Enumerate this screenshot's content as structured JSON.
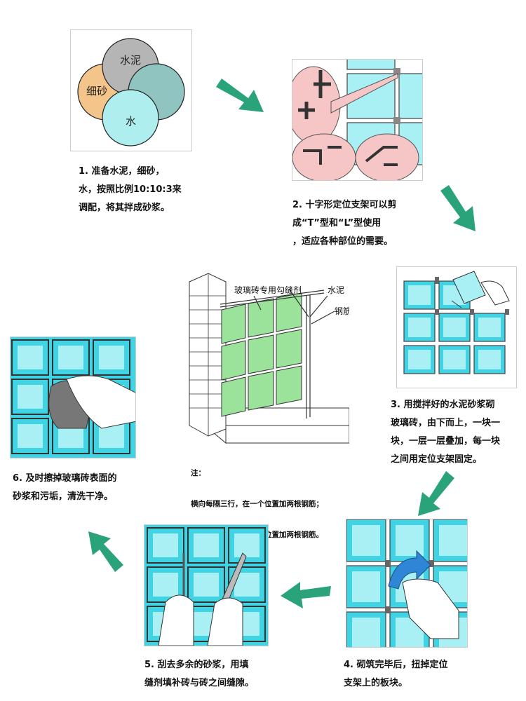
{
  "venn": {
    "circles": [
      {
        "label": "水泥",
        "color": "#b5b5b5"
      },
      {
        "label": "细砂",
        "color": "#f4c58b"
      },
      {
        "label": "水",
        "color": "#aeeeee"
      },
      {
        "label": "",
        "color": "#8fc4c0"
      }
    ]
  },
  "center": {
    "label_grout": "玻璃砖专用勾缝剂",
    "label_cement": "水泥",
    "label_rebar": "钢筋",
    "note_title": "注：",
    "note_line1": "横向每隔三行，在一个位置加两根钢筋；",
    "note_line2": "竖向每隔三列，在一个位置加两根钢筋。"
  },
  "steps": [
    {
      "text": "1.  准备水泥，细砂，\n水，按照比例10:10:3来\n调配，将其拌成砂浆。"
    },
    {
      "text": "2.  十字形定位支架可以剪\n成“T”型和“L”型使用\n，适应各种部位的需要。"
    },
    {
      "text": "3.  用搅拌好的水泥砂浆砌\n玻璃砖，由下而上，一块一\n块，一层一层叠加，每一块\n之间用定位支架固定。"
    },
    {
      "text": "4.  砌筑完毕后，扭掉定位\n支架上的板块。"
    },
    {
      "text": "5.  刮去多余的砂浆，用填\n缝剂填补砖与砖之间缝隙。"
    },
    {
      "text": "6.  及时擦掉玻璃砖表面的\n砂浆和污垢，清洗干净。"
    }
  ],
  "colors": {
    "arrow": "#2aa27a",
    "tile": "#3fd3e3",
    "tile_light": "#a9f0f5",
    "glass_green": "#9be39b"
  }
}
